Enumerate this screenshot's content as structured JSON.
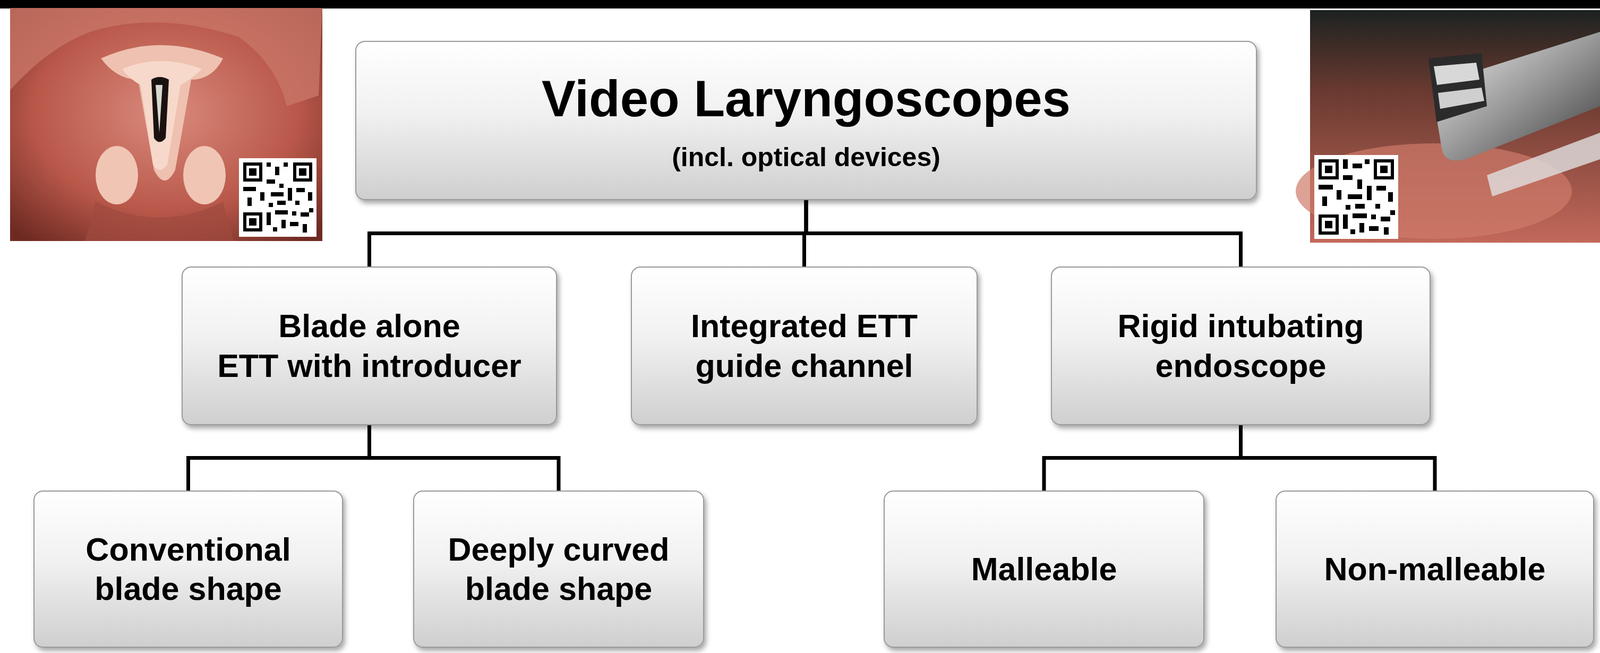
{
  "diagram": {
    "nodes": [
      {
        "text": [
          "Video Laryngoscopes",
          "(incl. optical devices)"
        ]
      },
      {
        "text": [
          "Blade alone",
          "ETT with introducer"
        ]
      },
      {
        "text": [
          "Integrated ETT guide channel"
        ]
      },
      {
        "text": [
          "Rigid intubating endoscope"
        ]
      },
      {
        "text": [
          "Conventional blade shape"
        ]
      },
      {
        "text": [
          "Deeply curved blade shape"
        ]
      },
      {
        "text": [
          "Malleable"
        ]
      },
      {
        "text": [
          "Non-malleable"
        ]
      }
    ],
    "edges": [
      {
        "from": 0,
        "to": 1,
        "arrow": "none"
      },
      {
        "from": 0,
        "to": 2,
        "arrow": "none"
      },
      {
        "from": 0,
        "to": 3,
        "arrow": "none"
      },
      {
        "from": 1,
        "to": 4,
        "arrow": "none"
      },
      {
        "from": 1,
        "to": 5,
        "arrow": "none"
      },
      {
        "from": 3,
        "to": 6,
        "arrow": "none"
      },
      {
        "from": 3,
        "to": 7,
        "arrow": "none"
      }
    ]
  }
}
